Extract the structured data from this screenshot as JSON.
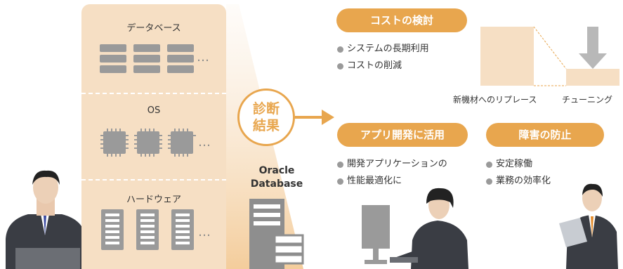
{
  "stack": {
    "layers": [
      {
        "label": "データベース",
        "icon": "database-block-icon"
      },
      {
        "label": "OS",
        "icon": "chip-icon"
      },
      {
        "label": "ハードウェア",
        "icon": "server-rack-icon"
      }
    ],
    "more": "…"
  },
  "diagnosis": {
    "line1": "診断",
    "line2": "結果"
  },
  "oracle": {
    "line1": "Oracle",
    "line2": "Database"
  },
  "results": {
    "cost": {
      "title": "コストの検討",
      "items": [
        "システムの長期利用",
        "コストの削減"
      ],
      "captions": [
        "新機材へのリプレース",
        "チューニング"
      ]
    },
    "app": {
      "title": "アプリ開発に活用",
      "items": [
        "開発アプリケーションの",
        "性能最適化に"
      ]
    },
    "failure": {
      "title": "障害の防止",
      "items": [
        "安定稼働",
        "業務の効率化"
      ]
    }
  },
  "colors": {
    "accent": "#e8a64e",
    "panel": "#f6dfc4",
    "icon_gray": "#9a9a9a"
  }
}
